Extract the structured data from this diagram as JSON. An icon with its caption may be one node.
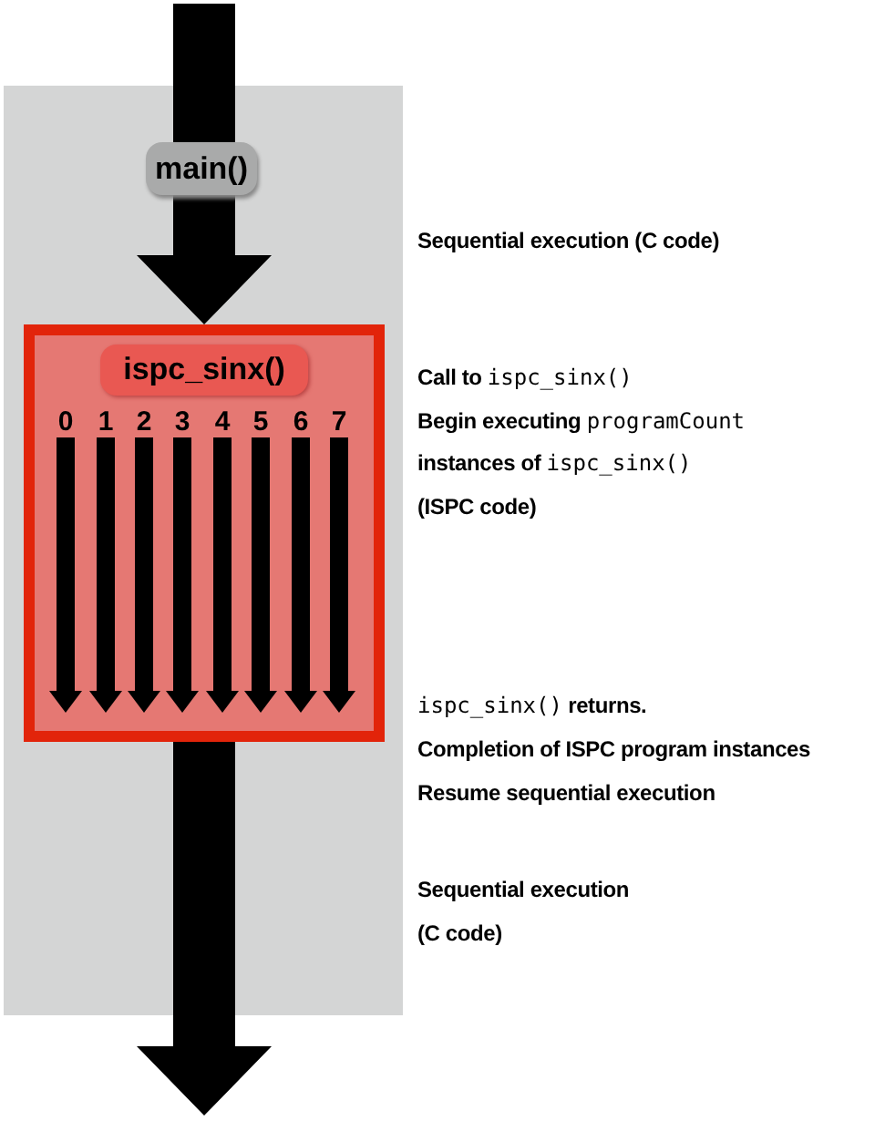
{
  "diagram": {
    "nodes": [
      {
        "text": [],
        "shape": "box"
      },
      {
        "text": [
          "main()"
        ],
        "in": 0
      },
      {
        "text": [
          "ispc_sinx()"
        ],
        "in": 0
      },
      {
        "text": [
          "0"
        ],
        "in": 2
      },
      {
        "text": [
          "1"
        ],
        "in": 2
      },
      {
        "text": [
          "2"
        ],
        "in": 2
      },
      {
        "text": [
          "3"
        ],
        "in": 2
      },
      {
        "text": [
          "4"
        ],
        "in": 2
      },
      {
        "text": [
          "5"
        ],
        "in": 2
      },
      {
        "text": [
          "6"
        ],
        "in": 2
      },
      {
        "text": [
          "7"
        ],
        "in": 2
      }
    ],
    "edges": [
      {
        "from": null,
        "to": 1,
        "arrow": "none"
      },
      {
        "from": 1,
        "to": 2,
        "arrow": "to"
      },
      {
        "from": 3,
        "to": null,
        "arrow": "to"
      },
      {
        "from": 4,
        "to": null,
        "arrow": "to"
      },
      {
        "from": 5,
        "to": null,
        "arrow": "to"
      },
      {
        "from": 6,
        "to": null,
        "arrow": "to"
      },
      {
        "from": 7,
        "to": null,
        "arrow": "to"
      },
      {
        "from": 8,
        "to": null,
        "arrow": "to"
      },
      {
        "from": 9,
        "to": null,
        "arrow": "to"
      },
      {
        "from": 10,
        "to": null,
        "arrow": "to"
      },
      {
        "from": 2,
        "to": null,
        "arrow": "to"
      }
    ],
    "labels": [
      "Sequential execution (C code)",
      "Call to *ispc_sinx()*",
      "Begin executing *programCount*",
      "instances of *ispc_sinx()*",
      "(ISPC code)",
      "*ispc_sinx()* returns.",
      "Completion of ISPC program instances",
      "Resume sequential execution",
      "Sequential execution",
      "(C code)"
    ]
  }
}
